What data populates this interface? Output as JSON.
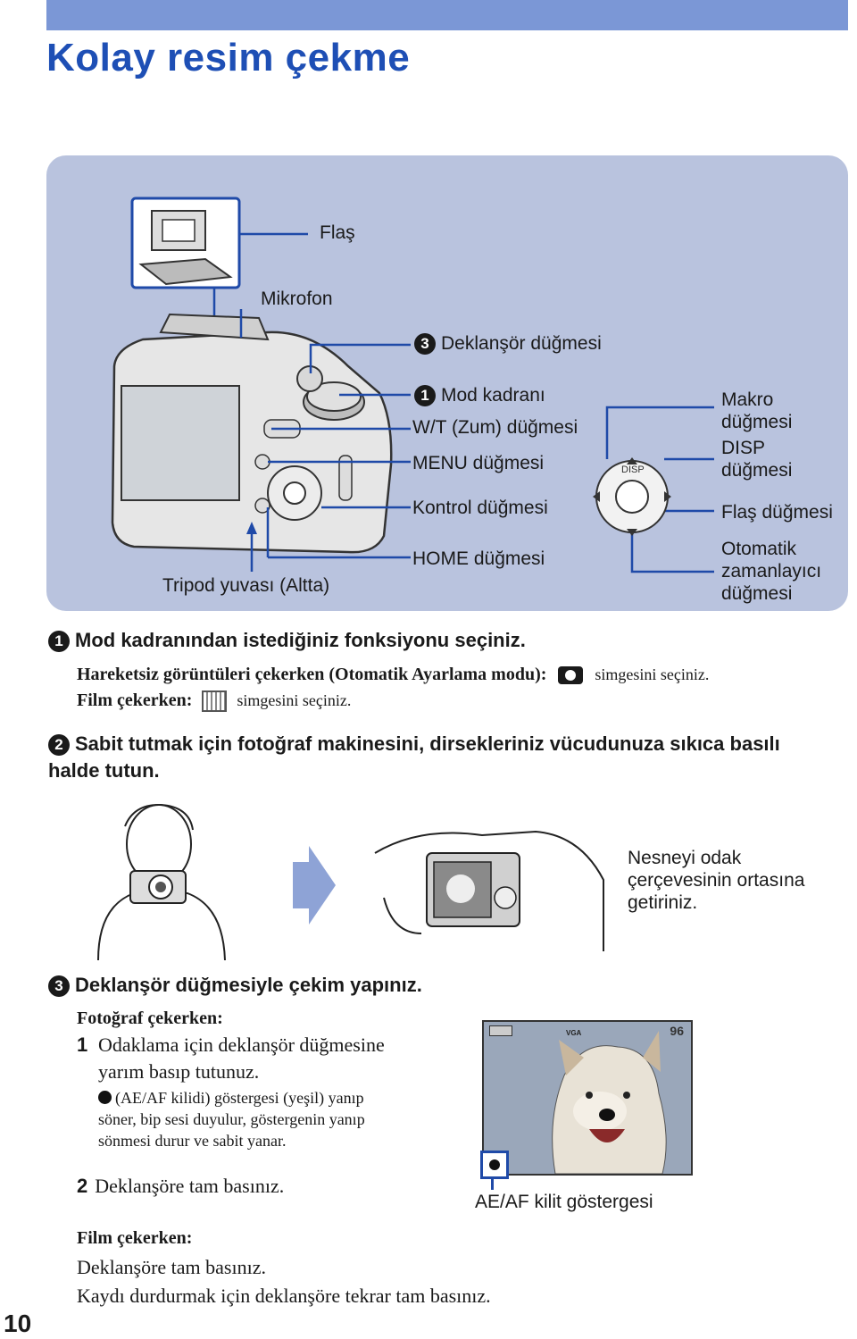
{
  "page": {
    "title": "Kolay resim çekme",
    "page_number": "10"
  },
  "diagram": {
    "labels": {
      "flash": "Flaş",
      "microphone": "Mikrofon",
      "shutter": "Deklanşör düğmesi",
      "mode_dial": "Mod kadranı",
      "zoom": "W/T (Zum) düğmesi",
      "menu": "MENU düğmesi",
      "control": "Kontrol düğmesi",
      "home": "HOME düğmesi",
      "tripod": "Tripod yuvası (Altta)",
      "macro": "Makro düğmesi",
      "disp": "DISP düğmesi",
      "flash_button": "Flaş düğmesi",
      "self_timer": "Otomatik zamanlayıcı düğmesi",
      "disp_badge": "DISP"
    },
    "numbers": {
      "shutter": "3",
      "mode_dial": "1"
    }
  },
  "step1": {
    "number": "1",
    "title": "Mod kadranından istediğiniz fonksiyonu seçiniz.",
    "still_label": "Hareketsiz görüntüleri çekerken (Otomatik Ayarlama modu):",
    "still_suffix": "simgesini seçiniz.",
    "movie_label": "Film çekerken:",
    "movie_suffix": "simgesini seçiniz."
  },
  "step2": {
    "number": "2",
    "title": "Sabit tutmak için fotoğraf makinesini, dirsekleriniz vücudunuza sıkıca basılı halde tutun.",
    "caption": "Nesneyi odak çerçevesinin ortasına getiriniz."
  },
  "step3": {
    "number": "3",
    "title": "Deklanşör düğmesiyle çekim yapınız.",
    "photo_heading": "Fotoğraf çekerken:",
    "item1_num": "1",
    "item1_text": "Odaklama için deklanşör düğmesine yarım basıp tutunuz.",
    "item1_note": "(AE/AF kilidi) göstergesi (yeşil) yanıp söner, bip sesi duyulur, göstergenin yanıp sönmesi durur ve sabit yanar.",
    "item2_num": "2",
    "item2_text": "Deklanşöre tam basınız.",
    "lcd_count": "96",
    "lcd_vga": "VGA",
    "ae_af_label": "AE/AF kilit göstergesi",
    "movie_heading": "Film çekerken:",
    "movie_line1": "Deklanşöre tam basınız.",
    "movie_line2": "Kaydı durdurmak için deklanşöre tekrar tam basınız."
  }
}
